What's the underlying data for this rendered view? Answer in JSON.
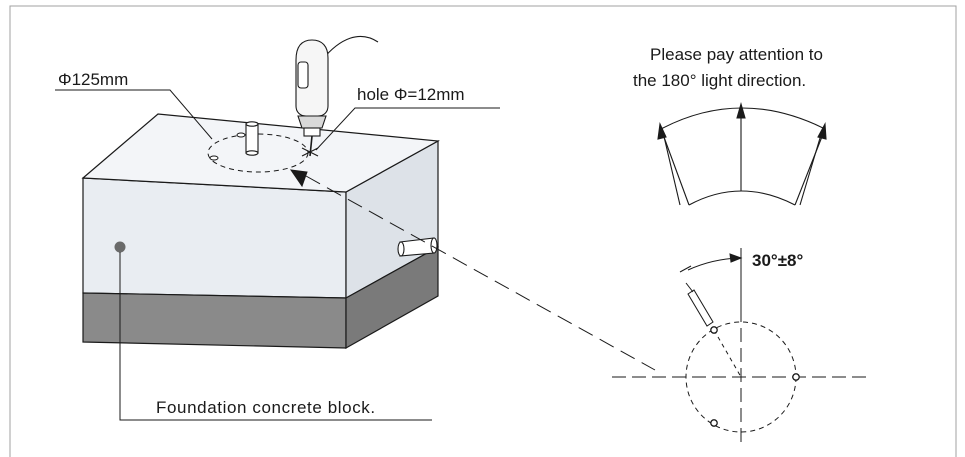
{
  "labels": {
    "diameter": "Φ125mm",
    "hole": "hole Φ=12mm",
    "attention_line1": "Please pay attention to",
    "attention_line2": "the 180° light direction.",
    "angle": "30°±8°",
    "foundation": "Foundation concrete block."
  },
  "colors": {
    "block_side": "#e9edf2",
    "block_top": "#f3f5f8",
    "base": "#8a8a8a",
    "line": "#1a1a1a"
  },
  "icons": [
    "drill-icon",
    "mounting-pole-icon",
    "light-direction-icon"
  ]
}
